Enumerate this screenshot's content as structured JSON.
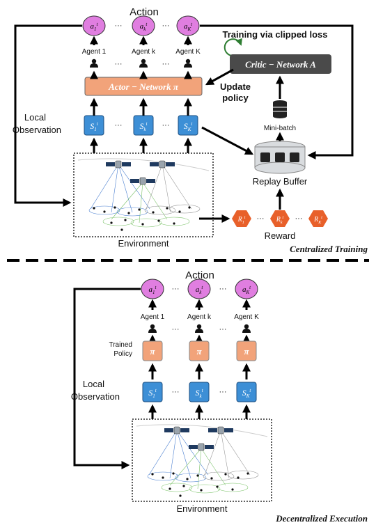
{
  "top": {
    "action_title": "Action",
    "actions": [
      "a1t",
      "akt",
      "aKt"
    ],
    "agents": [
      "Agent 1",
      "Agent k",
      "Agent K"
    ],
    "actor_network": "Actor − Network π",
    "critic_network": "Critic − Network A",
    "training_via": "Training via clipped loss",
    "update_policy_line1": "Update",
    "update_policy_line2": "policy",
    "local_obs_line1": "Local",
    "local_obs_line2": "Observation",
    "states": [
      "S1t",
      "Skt",
      "SKt"
    ],
    "mini_batch": "Mini-batch",
    "replay_buffer": "Replay Buffer",
    "rewards": [
      "R1t",
      "Rkt",
      "RKt"
    ],
    "reward_label": "Reward",
    "environment": "Environment",
    "phase": "Centralized Training",
    "ellipsis": "···"
  },
  "bottom": {
    "action_title": "Action",
    "actions": [
      "a1t",
      "akt",
      "aKt"
    ],
    "agents": [
      "Agent 1",
      "Agent k",
      "Agent K"
    ],
    "trained_line1": "Trained",
    "trained_line2": "Policy",
    "policy_symbol": "π",
    "local_obs_line1": "Local",
    "local_obs_line2": "Observation",
    "states": [
      "S1t",
      "Skt",
      "SKt"
    ],
    "environment": "Environment",
    "phase": "Decentralized Execution",
    "ellipsis": "···"
  },
  "colors": {
    "action_fill": "#e07ee0",
    "state_fill": "#3d8fd6",
    "actor_fill": "#f2a37a",
    "critic_fill": "#4a4a4a",
    "reward_fill": "#e8602a",
    "arrow_dark": "#000000",
    "cycle_green": "#2e7d32"
  },
  "icons": [
    "person-icon",
    "satellite-icon",
    "database-icon",
    "hexagon-reward-icon"
  ]
}
